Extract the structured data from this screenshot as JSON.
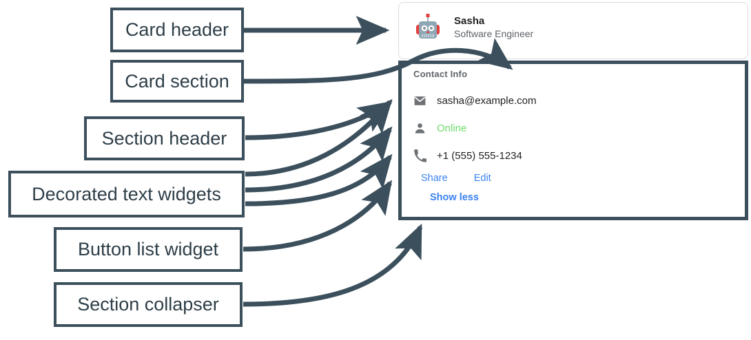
{
  "annotations": {
    "items": [
      {
        "label": "Card header"
      },
      {
        "label": "Card section"
      },
      {
        "label": "Section header"
      },
      {
        "label": "Decorated text widgets"
      },
      {
        "label": "Button list widget"
      },
      {
        "label": "Section collapser"
      }
    ]
  },
  "card": {
    "header": {
      "avatar_icon": "robot-avatar-icon",
      "name": "Sasha",
      "subtitle": "Software Engineer"
    },
    "section": {
      "title": "Contact Info",
      "rows": [
        {
          "icon": "email-icon",
          "text": "sasha@example.com",
          "color": "#202124"
        },
        {
          "icon": "person-icon",
          "text": "Online",
          "color": "#6ddc6a"
        },
        {
          "icon": "phone-icon",
          "text": "+1 (555) 555-1234",
          "color": "#202124"
        }
      ],
      "buttons": [
        {
          "label": "Share"
        },
        {
          "label": "Edit"
        }
      ],
      "collapser": {
        "label": "Show less"
      }
    }
  },
  "colors": {
    "annotation_stroke": "#3b4f5c",
    "link_blue": "#3b82ef",
    "status_green": "#6ddc6a",
    "muted_grey": "#5f6368",
    "text_dark": "#202124"
  }
}
